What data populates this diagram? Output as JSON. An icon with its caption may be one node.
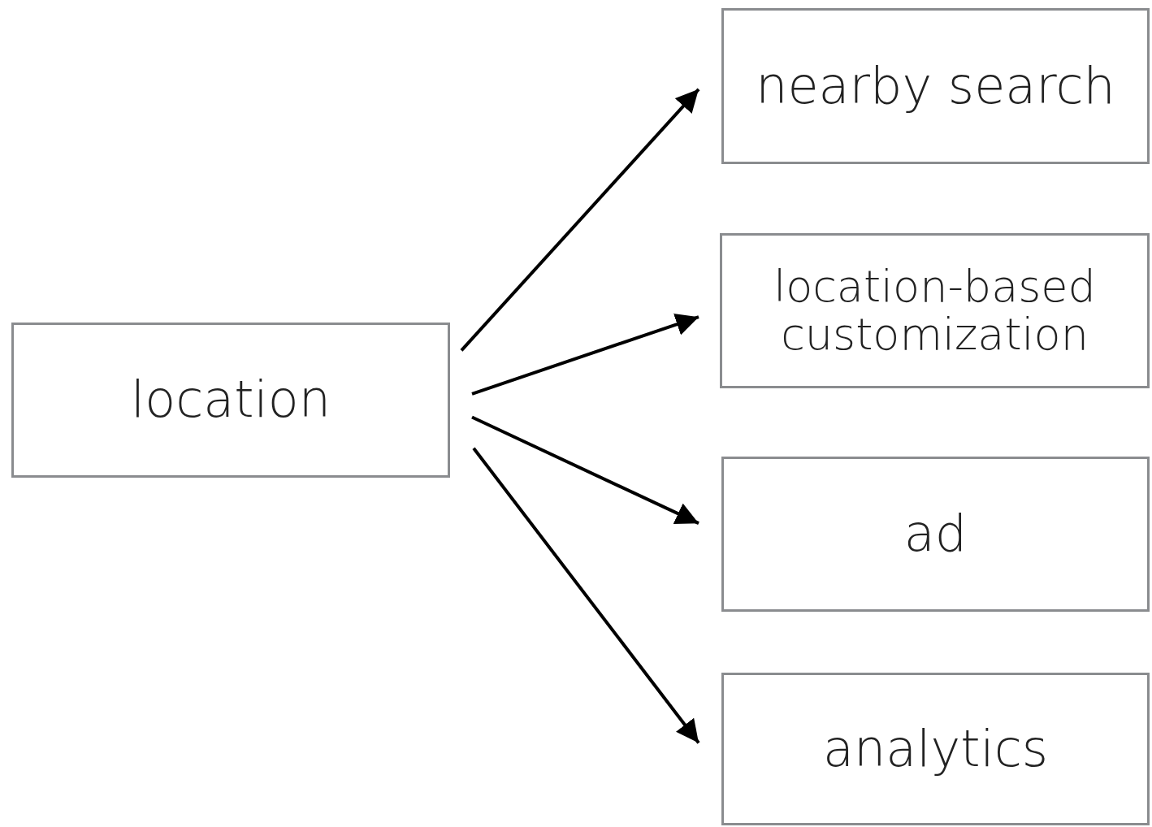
{
  "diagram": {
    "nodes": [
      {
        "text": [
          "location"
        ]
      },
      {
        "text": [
          "nearby search"
        ]
      },
      {
        "text": [
          "location-based customization"
        ]
      },
      {
        "text": [
          "ad"
        ]
      },
      {
        "text": [
          "analytics"
        ]
      }
    ],
    "edges": [
      {
        "from": 0,
        "to": 1,
        "arrow": "to"
      },
      {
        "from": 0,
        "to": 2,
        "arrow": "to"
      },
      {
        "from": 0,
        "to": 3,
        "arrow": "to"
      },
      {
        "from": 0,
        "to": 4,
        "arrow": "to"
      }
    ]
  }
}
